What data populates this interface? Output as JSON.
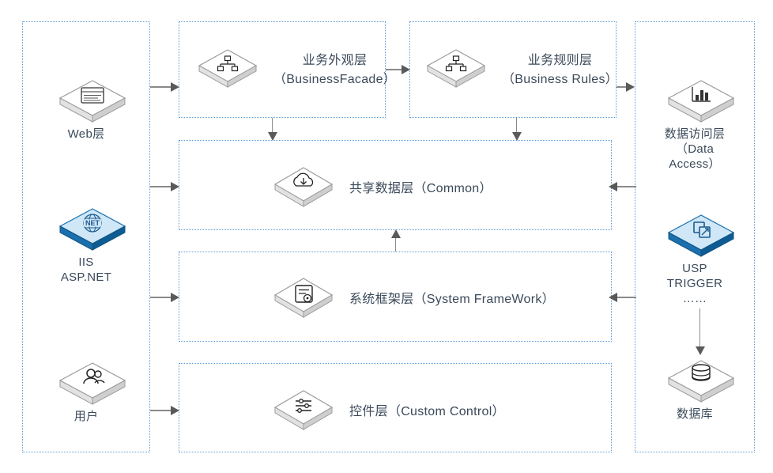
{
  "diagram": {
    "title": "Multi-layer Application Architecture",
    "colors": {
      "group_border": "#5b9bd5",
      "connector": "#8a8a8a",
      "label_text": "#3b4a5a",
      "cube_gray_top": "#ffffff",
      "cube_gray_side": "#d9d9d9",
      "cube_blue_top": "#cfe7f7",
      "cube_blue_side": "#1a6fae"
    }
  },
  "groups": [
    {
      "name": "client-group",
      "label": ""
    },
    {
      "name": "business-facade-group",
      "label": ""
    },
    {
      "name": "business-rules-group",
      "label": ""
    },
    {
      "name": "data-access-group",
      "label": ""
    },
    {
      "name": "common-group",
      "label": ""
    },
    {
      "name": "framework-group",
      "label": ""
    },
    {
      "name": "control-group",
      "label": ""
    },
    {
      "name": "middle-outer-group",
      "label": ""
    }
  ],
  "nodes": {
    "web": {
      "caption": "Web层",
      "icon": "browser-window-icon",
      "style": "gray"
    },
    "iis": {
      "caption": "IIS\nASP.NET",
      "icon": "dotnet-globe-icon",
      "style": "blue"
    },
    "user": {
      "caption": "用户",
      "icon": "user-icon",
      "style": "gray"
    },
    "business_facade": {
      "caption": "业务外观层\n（BusinessFacade）",
      "icon": "hierarchy-icon",
      "style": "gray"
    },
    "business_rules": {
      "caption": "业务规则层\n（Business Rules）",
      "icon": "hierarchy-icon",
      "style": "gray"
    },
    "data_access": {
      "caption": "数据访问层\n（Data Access）",
      "icon": "bar-chart-icon",
      "style": "gray"
    },
    "common": {
      "label": "共享数据层（Common）",
      "icon": "cloud-download-icon",
      "style": "gray"
    },
    "framework": {
      "label": "系统框架层（System FrameWork）",
      "icon": "document-settings-icon",
      "style": "gray"
    },
    "custom_control": {
      "label": "控件层（Custom Control）",
      "icon": "sliders-icon",
      "style": "gray"
    },
    "usp_trigger": {
      "caption": "USP\nTRIGGER\n……",
      "icon": "stored-procedure-icon",
      "style": "blue"
    },
    "database": {
      "caption": "数据库",
      "icon": "database-cylinder-icon",
      "style": "gray"
    }
  },
  "connectors": [
    {
      "name": "web-to-facade",
      "direction": "right"
    },
    {
      "name": "iis-to-common",
      "direction": "right"
    },
    {
      "name": "iis-to-framework",
      "direction": "right"
    },
    {
      "name": "user-to-control",
      "direction": "right"
    },
    {
      "name": "facade-to-rules",
      "direction": "right"
    },
    {
      "name": "rules-to-data-access",
      "direction": "right"
    },
    {
      "name": "facade-to-common",
      "direction": "down"
    },
    {
      "name": "rules-to-common",
      "direction": "down"
    },
    {
      "name": "framework-to-common",
      "direction": "up"
    },
    {
      "name": "data-access-to-common",
      "direction": "left"
    },
    {
      "name": "usp-to-framework",
      "direction": "left"
    },
    {
      "name": "usp-to-database",
      "direction": "down"
    }
  ]
}
